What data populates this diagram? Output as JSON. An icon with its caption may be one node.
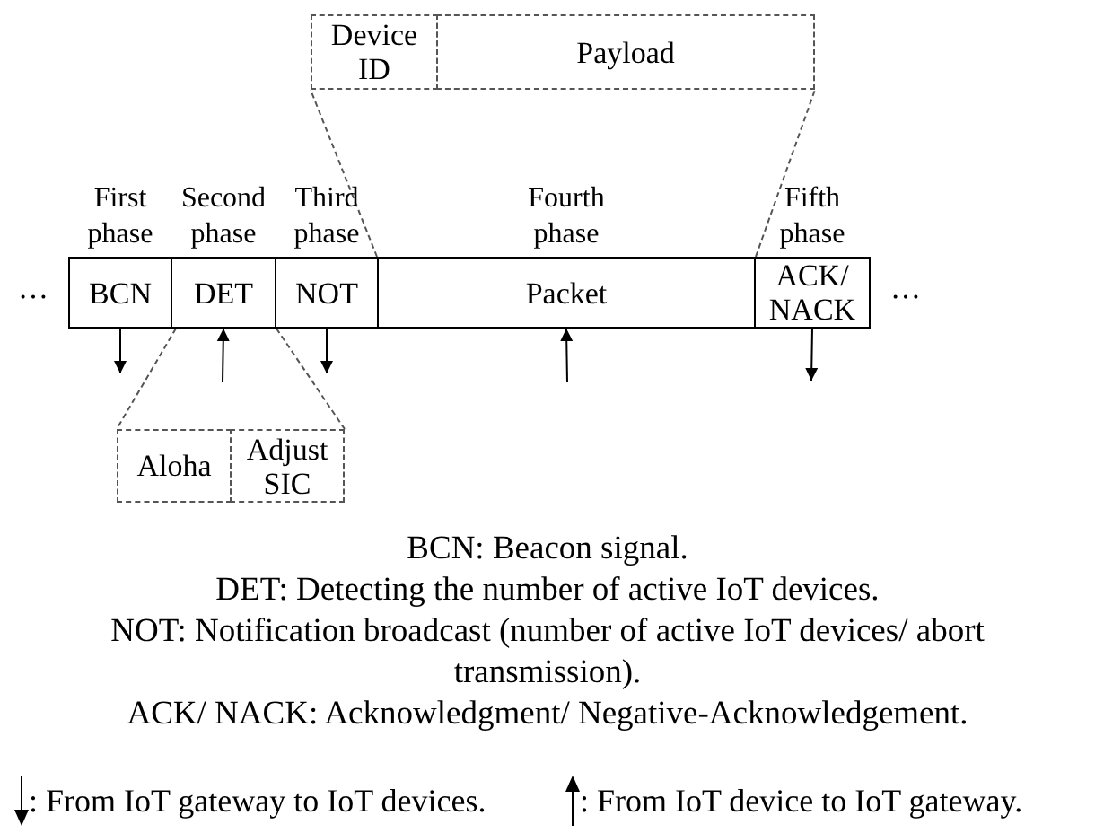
{
  "diagram": {
    "nodes": [
      {
        "text": [
          "Device ID"
        ]
      },
      {
        "text": [
          "Payload"
        ]
      },
      {
        "text": [
          "BCN"
        ],
        "beside": [
          "First phase"
        ]
      },
      {
        "text": [
          "DET"
        ],
        "beside": [
          "Second phase"
        ]
      },
      {
        "text": [
          "NOT"
        ],
        "beside": [
          "Third phase"
        ]
      },
      {
        "text": [
          "Packet"
        ],
        "beside": [
          "Fourth phase"
        ]
      },
      {
        "text": [
          "ACK/ NACK"
        ],
        "beside": [
          "Fifth phase"
        ]
      },
      {
        "text": [
          "Aloha"
        ]
      },
      {
        "text": [
          "Adjust SIC"
        ]
      }
    ],
    "edges": [
      {
        "from": 5,
        "to": 0,
        "arrow": "none",
        "style": "dashed"
      },
      {
        "from": 5,
        "to": 1,
        "arrow": "none",
        "style": "dashed"
      },
      {
        "from": 3,
        "to": 7,
        "arrow": "none",
        "style": "dashed"
      },
      {
        "from": 3,
        "to": 8,
        "arrow": "none",
        "style": "dashed"
      },
      {
        "from": 2,
        "to": null,
        "arrow": "to"
      },
      {
        "from": null,
        "to": 3,
        "arrow": "to"
      },
      {
        "from": 4,
        "to": null,
        "arrow": "to"
      },
      {
        "from": null,
        "to": 5,
        "arrow": "to"
      },
      {
        "from": 6,
        "to": null,
        "arrow": "to"
      }
    ],
    "labels": [
      "…",
      "…",
      "BCN: Beacon signal.",
      "DET: Detecting the number of active IoT devices.",
      "NOT: Notification broadcast (number of active IoT devices/ abort transmission).",
      "ACK/ NACK: Acknowledgment/ Negative-Acknowledgement."
    ],
    "legend": [
      {
        "text": ": From IoT gateway to IoT devices."
      },
      {
        "text": ": From IoT device to IoT gateway."
      }
    ]
  }
}
